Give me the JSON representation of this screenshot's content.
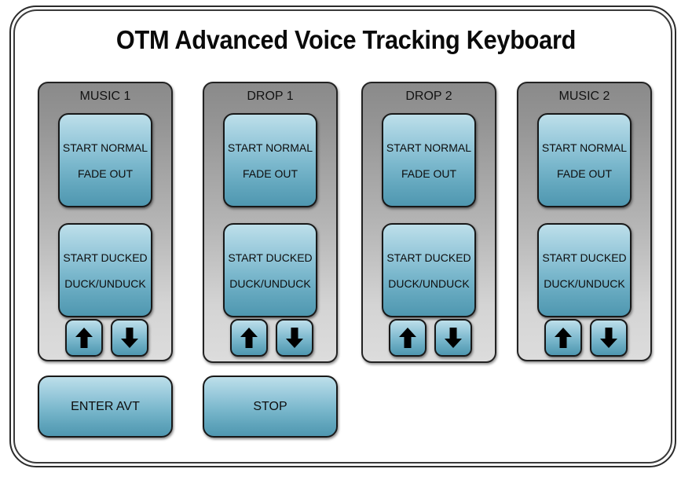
{
  "app": {
    "title": "OTM Advanced Voice Tracking Keyboard",
    "frame_color": "#2b2b2b",
    "panel_gradient_top": "#8a8a8a",
    "panel_gradient_bottom": "#dcdcdc",
    "button_gradient_top": "#bfe0ea",
    "button_gradient_bottom": "#4f97b0",
    "background": "#ffffff"
  },
  "channels": [
    {
      "header": "MUSIC 1",
      "normal_button": {
        "line1": "START NORMAL",
        "line2": "FADE OUT"
      },
      "ducked_button": {
        "line1": "START DUCKED",
        "line2": "DUCK/UNDUCK"
      },
      "up_arrow": "↑",
      "down_arrow": "↓"
    },
    {
      "header": "DROP 1",
      "normal_button": {
        "line1": "START NORMAL",
        "line2": "FADE OUT"
      },
      "ducked_button": {
        "line1": "START DUCKED",
        "line2": "DUCK/UNDUCK"
      },
      "up_arrow": "↑",
      "down_arrow": "↓"
    },
    {
      "header": "DROP 2",
      "normal_button": {
        "line1": "START NORMAL",
        "line2": "FADE OUT"
      },
      "ducked_button": {
        "line1": "START DUCKED",
        "line2": "DUCK/UNDUCK"
      },
      "up_arrow": "↑",
      "down_arrow": "↓"
    },
    {
      "header": "MUSIC 2",
      "normal_button": {
        "line1": "START NORMAL",
        "line2": "FADE OUT"
      },
      "ducked_button": {
        "line1": "START DUCKED",
        "line2": "DUCK/UNDUCK"
      },
      "up_arrow": "↑",
      "down_arrow": "↓"
    }
  ],
  "transport": {
    "enter_avt_label": "ENTER AVT",
    "stop_label": "STOP"
  }
}
